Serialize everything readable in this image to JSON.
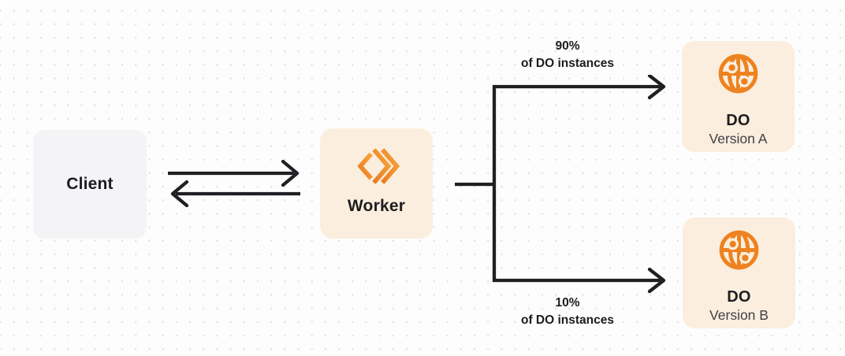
{
  "diagram": {
    "nodes": {
      "client": {
        "label": "Client"
      },
      "worker": {
        "label": "Worker"
      },
      "do_a": {
        "title": "DO",
        "subtitle": "Version A"
      },
      "do_b": {
        "title": "DO",
        "subtitle": "Version B"
      }
    },
    "branch_labels": {
      "top": {
        "line1": "90%",
        "line2": "of DO instances"
      },
      "bottom": {
        "line1": "10%",
        "line2": "of DO instances"
      }
    },
    "icons": {
      "worker_logo": "cloudflare-workers-chevrons-icon",
      "durable_object": "globe-network-icon",
      "request": "arrow-right-icon",
      "response": "arrow-left-icon"
    },
    "colors": {
      "accent_orange": "#EE8220",
      "accent_orange_light": "#F9A43C",
      "node_cream_bg": "#FBEEDE",
      "node_gray_bg": "#F4F4F6",
      "arrow": "#202024",
      "text_primary": "#1D1D20",
      "text_secondary": "#3F3F46",
      "dot_grid": "#E3E3E6"
    }
  }
}
